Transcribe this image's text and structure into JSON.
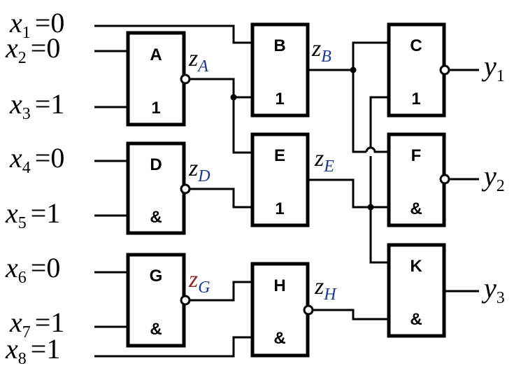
{
  "inputs": [
    {
      "var": "x",
      "sub": "1",
      "value": "=0"
    },
    {
      "var": "x",
      "sub": "2",
      "value": "=0"
    },
    {
      "var": "x",
      "sub": "3",
      "value": "=1"
    },
    {
      "var": "x",
      "sub": "4",
      "value": "=0"
    },
    {
      "var": "x",
      "sub": "5",
      "value": "=1"
    },
    {
      "var": "x",
      "sub": "6",
      "value": "=0"
    },
    {
      "var": "x",
      "sub": "7",
      "value": "=1"
    },
    {
      "var": "x",
      "sub": "8",
      "value": "=1"
    }
  ],
  "gates": {
    "A": {
      "name": "A",
      "func": "1"
    },
    "B": {
      "name": "B",
      "func": "1"
    },
    "C": {
      "name": "C",
      "func": "1"
    },
    "D": {
      "name": "D",
      "func": "&"
    },
    "E": {
      "name": "E",
      "func": "1"
    },
    "F": {
      "name": "F",
      "func": "&"
    },
    "G": {
      "name": "G",
      "func": "&"
    },
    "H": {
      "name": "H",
      "func": "&"
    },
    "K": {
      "name": "K",
      "func": "&"
    }
  },
  "signals": {
    "zA": {
      "var": "z",
      "sub": "A"
    },
    "zB": {
      "var": "z",
      "sub": "B"
    },
    "zD": {
      "var": "z",
      "sub": "D"
    },
    "zE": {
      "var": "z",
      "sub": "E"
    },
    "zG": {
      "var": "z",
      "sub": "G"
    },
    "zH": {
      "var": "z",
      "sub": "H"
    }
  },
  "outputs": [
    {
      "var": "y",
      "sub": "1"
    },
    {
      "var": "y",
      "sub": "2"
    },
    {
      "var": "y",
      "sub": "3"
    }
  ]
}
